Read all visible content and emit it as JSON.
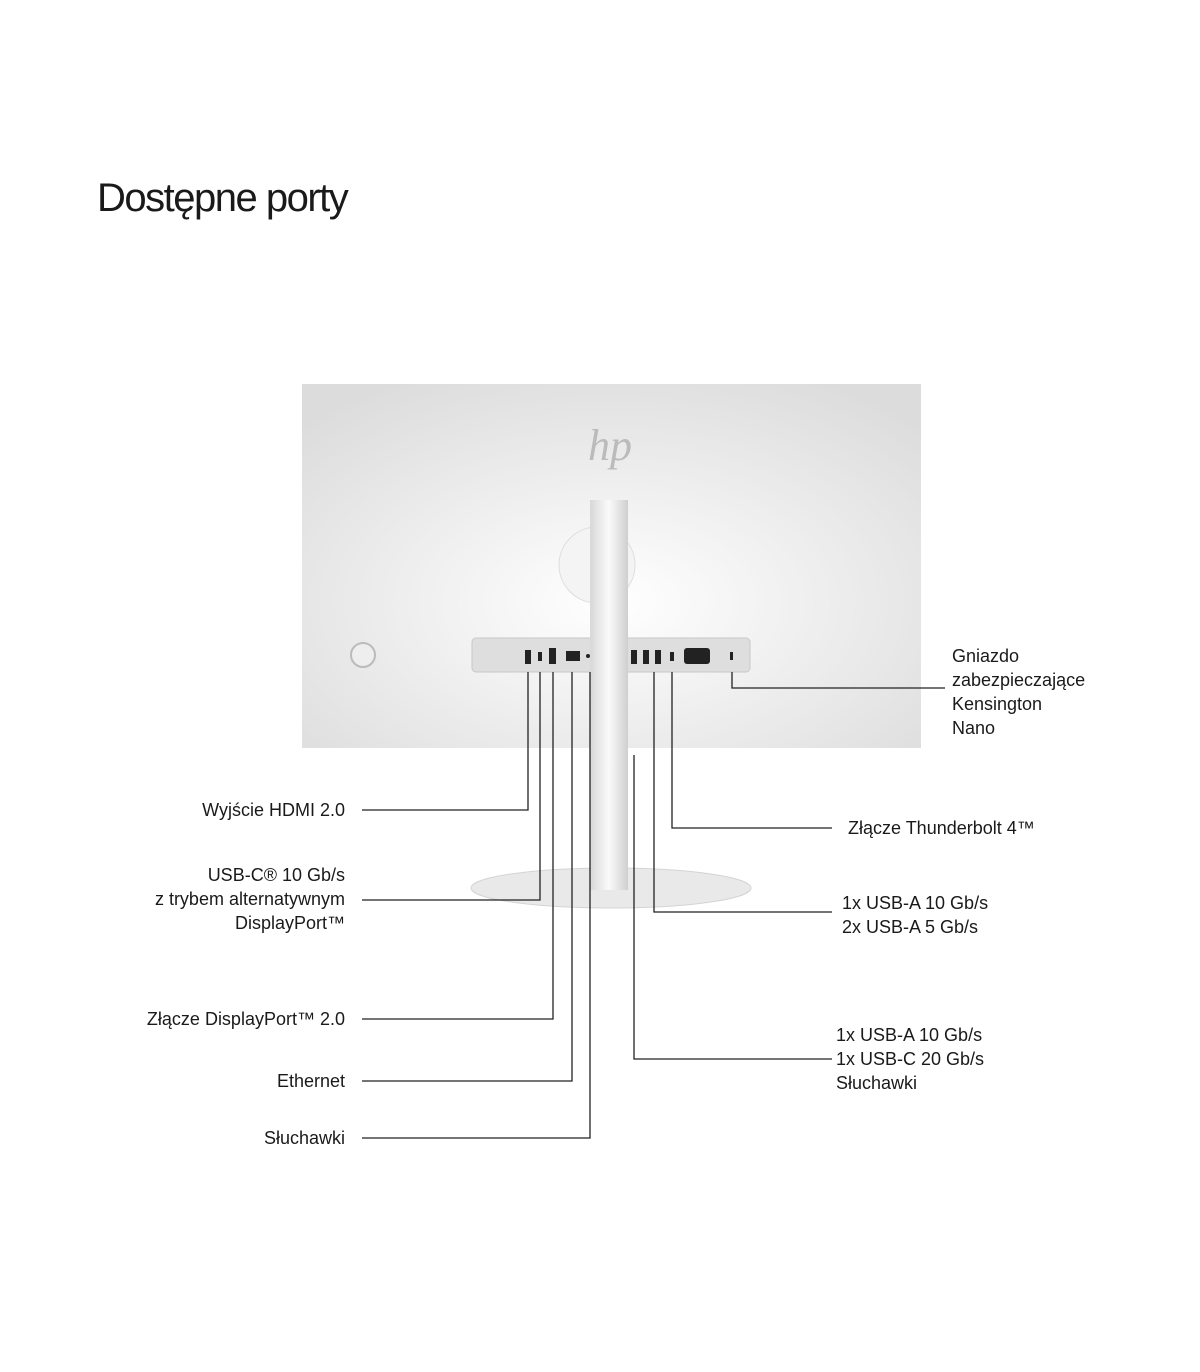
{
  "title": "Dostępne porty",
  "logo": "hp",
  "labels_left": [
    {
      "id": "hdmi",
      "lines": [
        "Wyjście HDMI 2.0"
      ]
    },
    {
      "id": "usbc",
      "lines": [
        "USB-C® 10 Gb/s",
        "z trybem alternatywnym",
        "DisplayPort™"
      ]
    },
    {
      "id": "dp",
      "lines": [
        "Złącze DisplayPort™ 2.0"
      ]
    },
    {
      "id": "eth",
      "lines": [
        "Ethernet"
      ]
    },
    {
      "id": "hp",
      "lines": [
        "Słuchawki"
      ]
    }
  ],
  "labels_right": [
    {
      "id": "kens",
      "lines": [
        "Gniazdo",
        "zabezpieczające",
        "Kensington",
        "Nano"
      ]
    },
    {
      "id": "tb",
      "lines": [
        "Złącze Thunderbolt 4™"
      ]
    },
    {
      "id": "usba",
      "lines": [
        "1x USB-A 10 Gb/s",
        "2x USB-A 5 Gb/s"
      ]
    },
    {
      "id": "side",
      "lines": [
        "1x USB-A 10 Gb/s",
        "1x USB-C 20 Gb/s",
        "Słuchawki"
      ]
    }
  ]
}
